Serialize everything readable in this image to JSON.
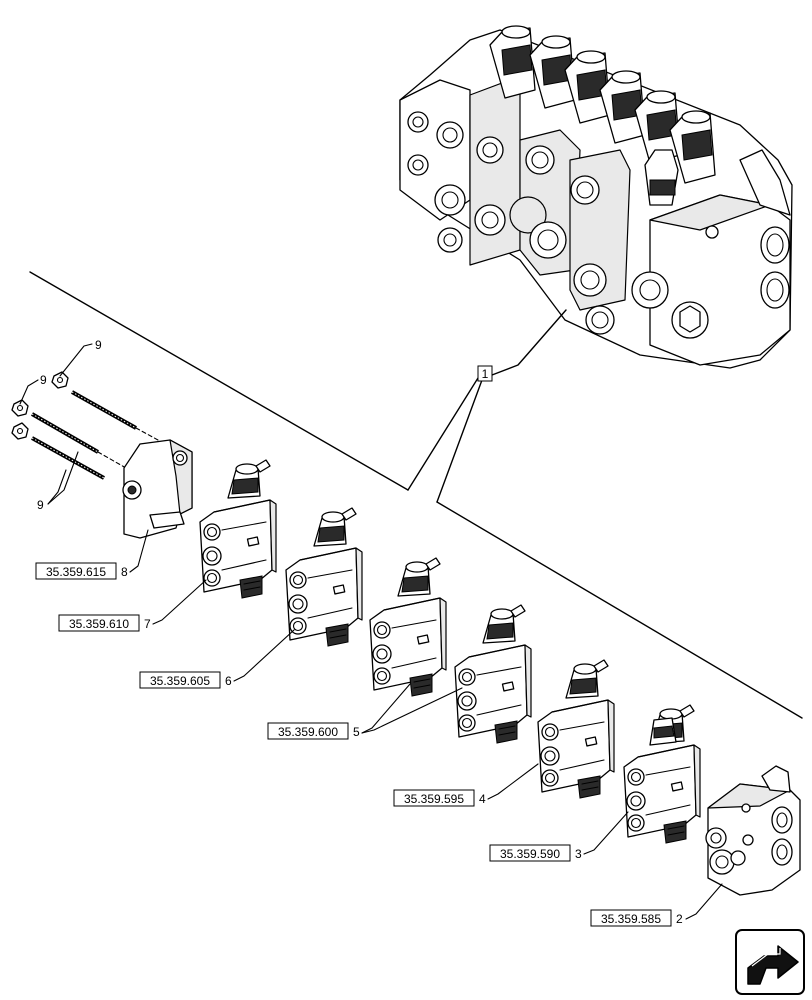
{
  "references": [
    {
      "item": "8",
      "ref": "35.359.615"
    },
    {
      "item": "7",
      "ref": "35.359.610"
    },
    {
      "item": "6",
      "ref": "35.359.605"
    },
    {
      "item": "5",
      "ref": "35.359.600"
    },
    {
      "item": "4",
      "ref": "35.359.595"
    },
    {
      "item": "3",
      "ref": "35.359.590"
    },
    {
      "item": "2",
      "ref": "35.359.585"
    }
  ],
  "callouts": {
    "assembly_item": "1",
    "tie_rod_item": "9"
  },
  "navigation": {
    "icon": "next-page-arrow-icon"
  }
}
